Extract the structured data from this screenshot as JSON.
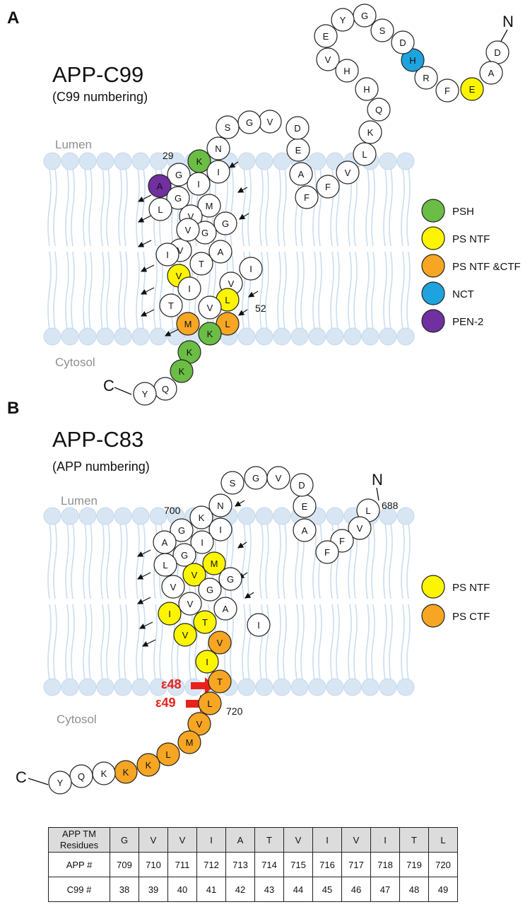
{
  "panelA": {
    "letter": "A",
    "title": "APP-C99",
    "subtitle": "(C99 numbering)",
    "lumen": "Lumen",
    "cytosol": "Cytosol",
    "n_term": "N",
    "c_term": "C",
    "label_29": "29",
    "label_52": "52",
    "legend": [
      {
        "label": "PSH",
        "color": "#6bbd45"
      },
      {
        "label": "PS NTF",
        "color": "#fdf500"
      },
      {
        "label": "PS NTF &CTF",
        "color": "#f6a623"
      },
      {
        "label": "NCT",
        "color": "#1fa3de"
      },
      {
        "label": "PEN-2",
        "color": "#7030a0"
      }
    ],
    "residues": [
      {
        "l": "D",
        "c": "w"
      },
      {
        "l": "A",
        "c": "w"
      },
      {
        "l": "E",
        "c": "y"
      },
      {
        "l": "F",
        "c": "w"
      },
      {
        "l": "R",
        "c": "w"
      },
      {
        "l": "H",
        "c": "b"
      },
      {
        "l": "D",
        "c": "w"
      },
      {
        "l": "S",
        "c": "w"
      },
      {
        "l": "G",
        "c": "w"
      },
      {
        "l": "Y",
        "c": "w"
      },
      {
        "l": "E",
        "c": "w"
      },
      {
        "l": "V",
        "c": "w"
      },
      {
        "l": "H",
        "c": "w"
      },
      {
        "l": "H",
        "c": "w"
      },
      {
        "l": "Q",
        "c": "w"
      },
      {
        "l": "K",
        "c": "w"
      },
      {
        "l": "L",
        "c": "w"
      },
      {
        "l": "V",
        "c": "w"
      },
      {
        "l": "F",
        "c": "w"
      },
      {
        "l": "F",
        "c": "w"
      },
      {
        "l": "A",
        "c": "w"
      },
      {
        "l": "E",
        "c": "w"
      },
      {
        "l": "D",
        "c": "w"
      },
      {
        "l": "V",
        "c": "w"
      },
      {
        "l": "G",
        "c": "w"
      },
      {
        "l": "S",
        "c": "w"
      },
      {
        "l": "N",
        "c": "w"
      },
      {
        "l": "K",
        "c": "g"
      },
      {
        "l": "G",
        "c": "w"
      },
      {
        "l": "A",
        "c": "p"
      },
      {
        "l": "I",
        "c": "w"
      },
      {
        "l": "I",
        "c": "w"
      },
      {
        "l": "G",
        "c": "w"
      },
      {
        "l": "L",
        "c": "w"
      },
      {
        "l": "M",
        "c": "w"
      },
      {
        "l": "V",
        "c": "w"
      },
      {
        "l": "G",
        "c": "w"
      },
      {
        "l": "G",
        "c": "w"
      },
      {
        "l": "V",
        "c": "w"
      },
      {
        "l": "V",
        "c": "w"
      },
      {
        "l": "I",
        "c": "w"
      },
      {
        "l": "A",
        "c": "w"
      },
      {
        "l": "T",
        "c": "w"
      },
      {
        "l": "V",
        "c": "y"
      },
      {
        "l": "I",
        "c": "w"
      },
      {
        "l": "V",
        "c": "w"
      },
      {
        "l": "I",
        "c": "w"
      },
      {
        "l": "T",
        "c": "w"
      },
      {
        "l": "L",
        "c": "y"
      },
      {
        "l": "V",
        "c": "w"
      },
      {
        "l": "M",
        "c": "o"
      },
      {
        "l": "L",
        "c": "o"
      },
      {
        "l": "K",
        "c": "g"
      },
      {
        "l": "K",
        "c": "g"
      },
      {
        "l": "K",
        "c": "g"
      },
      {
        "l": "Q",
        "c": "w"
      },
      {
        "l": "Y",
        "c": "w"
      }
    ]
  },
  "panelB": {
    "letter": "B",
    "title": "APP-C83",
    "subtitle": "(APP numbering)",
    "lumen": "Lumen",
    "cytosol": "Cytosol",
    "n_term": "N",
    "c_term": "C",
    "label_688": "688",
    "label_700": "700",
    "label_720": "720",
    "cleave_e48": "ε48",
    "cleave_e49": "ε49",
    "legend": [
      {
        "label": "PS NTF",
        "color": "#fdf500"
      },
      {
        "label": "PS CTF",
        "color": "#f6a623"
      }
    ],
    "residues": [
      {
        "l": "L",
        "c": "w"
      },
      {
        "l": "V",
        "c": "w"
      },
      {
        "l": "F",
        "c": "w"
      },
      {
        "l": "F",
        "c": "w"
      },
      {
        "l": "A",
        "c": "w"
      },
      {
        "l": "E",
        "c": "w"
      },
      {
        "l": "D",
        "c": "w"
      },
      {
        "l": "V",
        "c": "w"
      },
      {
        "l": "G",
        "c": "w"
      },
      {
        "l": "S",
        "c": "w"
      },
      {
        "l": "N",
        "c": "w"
      },
      {
        "l": "K",
        "c": "w"
      },
      {
        "l": "G",
        "c": "w"
      },
      {
        "l": "A",
        "c": "w"
      },
      {
        "l": "I",
        "c": "w"
      },
      {
        "l": "I",
        "c": "w"
      },
      {
        "l": "G",
        "c": "w"
      },
      {
        "l": "L",
        "c": "w"
      },
      {
        "l": "M",
        "c": "y"
      },
      {
        "l": "V",
        "c": "y"
      },
      {
        "l": "G",
        "c": "w"
      },
      {
        "l": "G",
        "c": "w"
      },
      {
        "l": "V",
        "c": "w"
      },
      {
        "l": "V",
        "c": "w"
      },
      {
        "l": "I",
        "c": "y"
      },
      {
        "l": "A",
        "c": "w"
      },
      {
        "l": "T",
        "c": "y"
      },
      {
        "l": "V",
        "c": "y"
      },
      {
        "l": "I",
        "c": "w"
      },
      {
        "l": "V",
        "c": "o"
      },
      {
        "l": "I",
        "c": "y"
      },
      {
        "l": "T",
        "c": "o"
      },
      {
        "l": "L",
        "c": "o"
      },
      {
        "l": "V",
        "c": "o"
      },
      {
        "l": "M",
        "c": "o"
      },
      {
        "l": "L",
        "c": "o"
      },
      {
        "l": "K",
        "c": "o"
      },
      {
        "l": "K",
        "c": "o"
      },
      {
        "l": "K",
        "c": "w"
      },
      {
        "l": "Q",
        "c": "w"
      },
      {
        "l": "Y",
        "c": "w"
      }
    ]
  },
  "table": {
    "head_line1": "APP TM",
    "head_line2": "Residues",
    "row_app": "APP  #",
    "row_c99": "C99  #",
    "residues": [
      "G",
      "V",
      "V",
      "I",
      "A",
      "T",
      "V",
      "I",
      "V",
      "I",
      "T",
      "L"
    ],
    "app": [
      "709",
      "710",
      "711",
      "712",
      "713",
      "714",
      "715",
      "716",
      "717",
      "718",
      "719",
      "720"
    ],
    "c99": [
      "38",
      "39",
      "40",
      "41",
      "42",
      "43",
      "44",
      "45",
      "46",
      "47",
      "48",
      "49"
    ]
  },
  "colors": {
    "white": "#ffffff",
    "green": "#6bbd45",
    "yellow": "#fdf500",
    "orange": "#f6a623",
    "blue": "#1fa3de",
    "purple": "#7030a0",
    "lipid": "#c9ddf0",
    "cleavage_arrow": "#e8221b"
  }
}
